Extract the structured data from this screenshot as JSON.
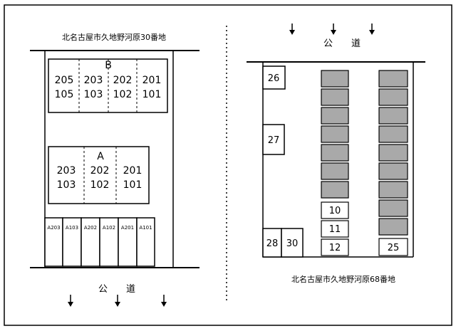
{
  "left_site": {
    "address": "北名古屋市久地野河原30番地",
    "road_label": "公　　道",
    "building_b": {
      "label": "B",
      "units": [
        {
          "upper": "205",
          "lower": "105"
        },
        {
          "upper": "203",
          "lower": "103"
        },
        {
          "upper": "202",
          "lower": "102"
        },
        {
          "upper": "201",
          "lower": "101"
        }
      ]
    },
    "building_a": {
      "label": "A",
      "units": [
        {
          "upper": "203",
          "lower": "103"
        },
        {
          "upper": "202",
          "lower": "102"
        },
        {
          "upper": "201",
          "lower": "101"
        }
      ]
    },
    "parking": [
      "A203",
      "A103",
      "A202",
      "A102",
      "A201",
      "A101"
    ]
  },
  "right_site": {
    "address": "北名古屋市久地野河原68番地",
    "road_label": "公　　道",
    "spots": [
      "26",
      "27",
      "28",
      "30",
      "10",
      "11",
      "12",
      "25"
    ]
  },
  "colors": {
    "line": "#000000",
    "filled_spot": "#a9a9a9",
    "background": "#ffffff"
  }
}
